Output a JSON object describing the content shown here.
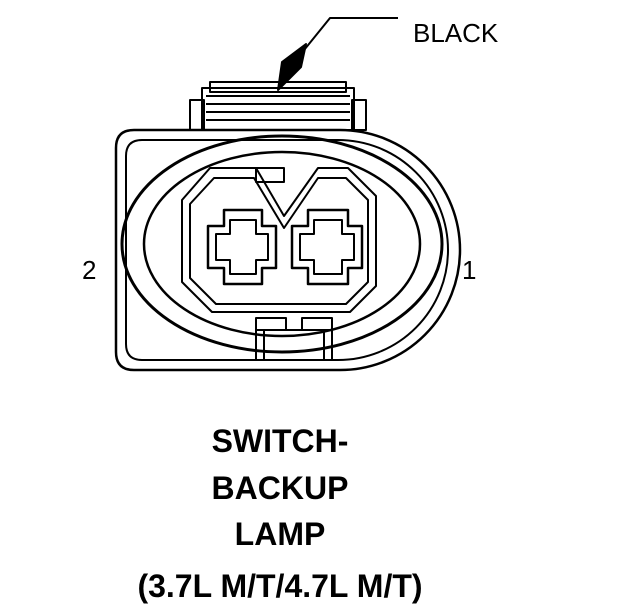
{
  "connector": {
    "color_label": "BLACK",
    "pin_labels": {
      "pin1": "1",
      "pin2": "2"
    },
    "title": {
      "line1": "SWITCH-",
      "line2": "BACKUP",
      "line3": "LAMP",
      "line4": "(3.7L M/T/4.7L M/T)"
    }
  },
  "colors": {
    "stroke": "#000000",
    "background": "#ffffff"
  }
}
